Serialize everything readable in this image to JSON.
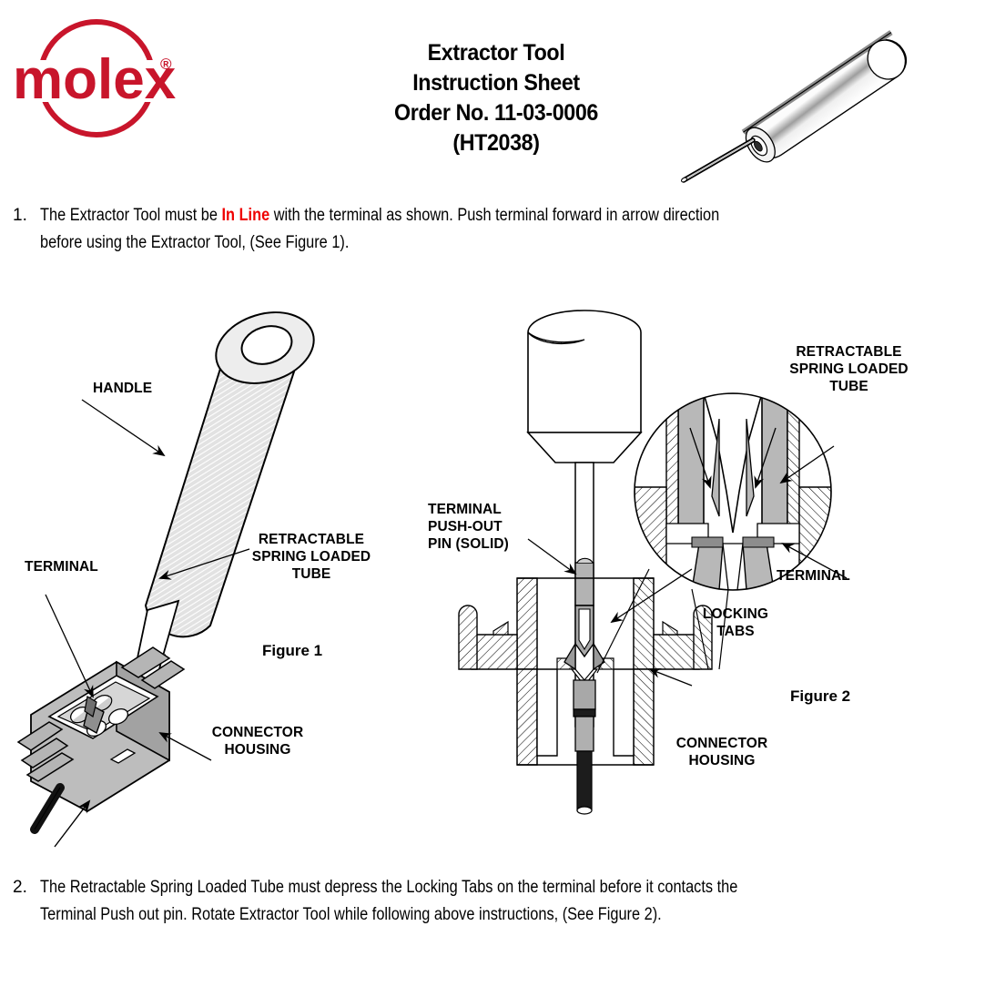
{
  "brand": {
    "name": "molex",
    "registered_mark": "®",
    "color": "#c8152b"
  },
  "header": {
    "title_lines": [
      "Extractor Tool",
      "Instruction Sheet",
      "Order No. 11-03-0006",
      "(HT2038)"
    ],
    "tool_image_name": "extractor-tool-isometric"
  },
  "steps": [
    {
      "number": "1.",
      "line1_before": "The Extractor Tool must be ",
      "line1_highlight": "In Line",
      "line1_after": " with the terminal as shown.  Push terminal forward in arrow direction",
      "line2": "before using the Extractor Tool, (See Figure 1)."
    },
    {
      "number": "2.",
      "line1": "The Retractable Spring Loaded Tube must depress the Locking Tabs on the terminal before it contacts the",
      "line2": "Terminal Push out pin.  Rotate Extractor Tool while following above instructions, (See Figure 2)."
    }
  ],
  "figure1": {
    "caption": "Figure 1",
    "labels": {
      "handle": "HANDLE",
      "terminal": "TERMINAL",
      "tube_l1": "RETRACTABLE",
      "tube_l2": "SPRING LOADED",
      "tube_l3": "TUBE",
      "housing_l1": "CONNECTOR",
      "housing_l2": "HOUSING"
    }
  },
  "figure2": {
    "caption": "Figure 2",
    "labels": {
      "pin_l1": "TERMINAL",
      "pin_l2": "PUSH-OUT",
      "pin_l3": "PIN (SOLID)",
      "tube_l1": "RETRACTABLE",
      "tube_l2": "SPRING LOADED",
      "tube_l3": "TUBE",
      "terminal": "TERMINAL",
      "tabs_l1": "LOCKING",
      "tabs_l2": "TABS",
      "housing_l1": "CONNECTOR",
      "housing_l2": "HOUSING"
    }
  },
  "palette": {
    "line": "#000000",
    "metal_light": "#e8e8e8",
    "metal_mid": "#bcbcbc",
    "metal_dark": "#8a8a8a",
    "wire_dark": "#1a1a1a"
  }
}
